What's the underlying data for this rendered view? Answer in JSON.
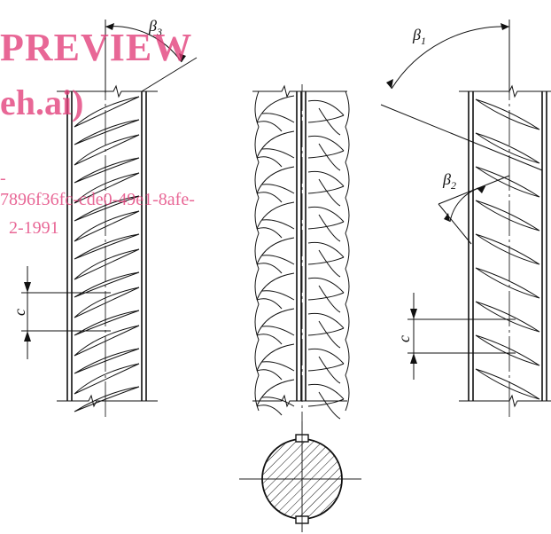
{
  "labels": {
    "beta1": "β",
    "beta1_sub": "1",
    "beta2": "β",
    "beta2_sub": "2",
    "beta3": "β",
    "beta3_sub": "3",
    "c_left": "c",
    "c_right": "c"
  },
  "watermark": {
    "title": "PREVIEW",
    "site": "eh.ai)",
    "dash": "-",
    "id_text": "7896f36fc-cde0-49e1-8afe-",
    "date_text": "2-1991"
  },
  "colors": {
    "ink": "#111111",
    "watermark": "#e23c78"
  }
}
